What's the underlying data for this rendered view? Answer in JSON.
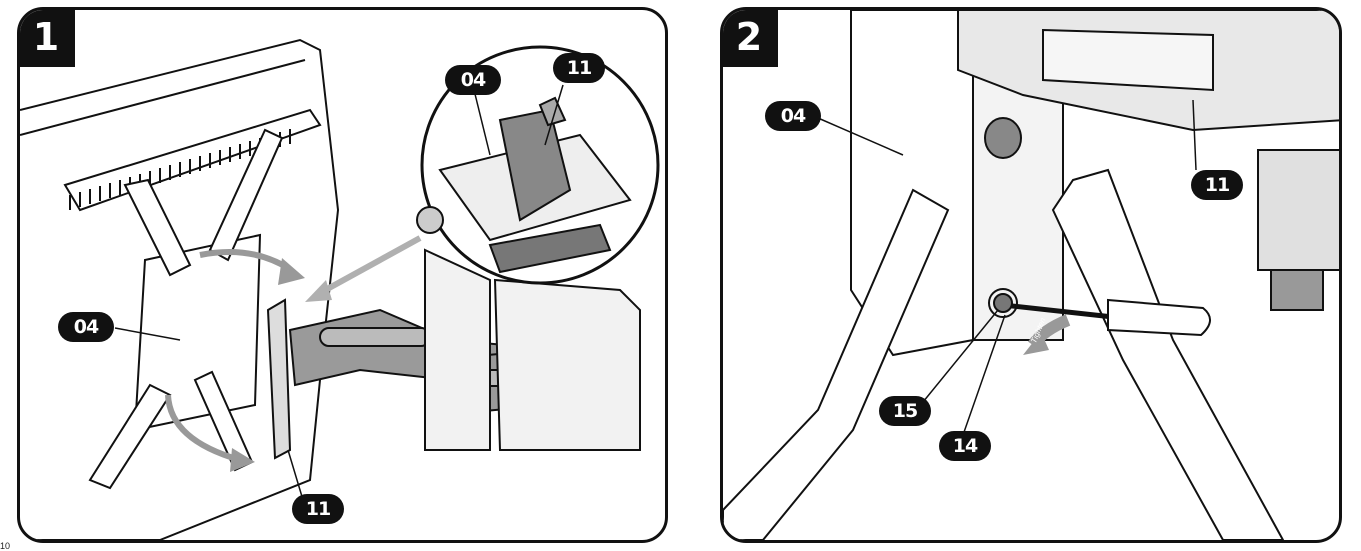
{
  "steps": [
    {
      "number": "1",
      "callouts": {
        "part_04": "04",
        "part_11_zoom": "11",
        "part_04_zoom": "04",
        "part_11_bottom": "11"
      }
    },
    {
      "number": "2",
      "callouts": {
        "part_04": "04",
        "part_11": "11",
        "part_15": "15",
        "part_14": "14"
      },
      "arrow_label": "Tighten"
    }
  ],
  "page_number": "10",
  "colors": {
    "outline": "#111111",
    "arm_gray": "#9a9a9a",
    "light_gray": "#e6e6e6",
    "arrow_gray": "#b0b0b0"
  }
}
